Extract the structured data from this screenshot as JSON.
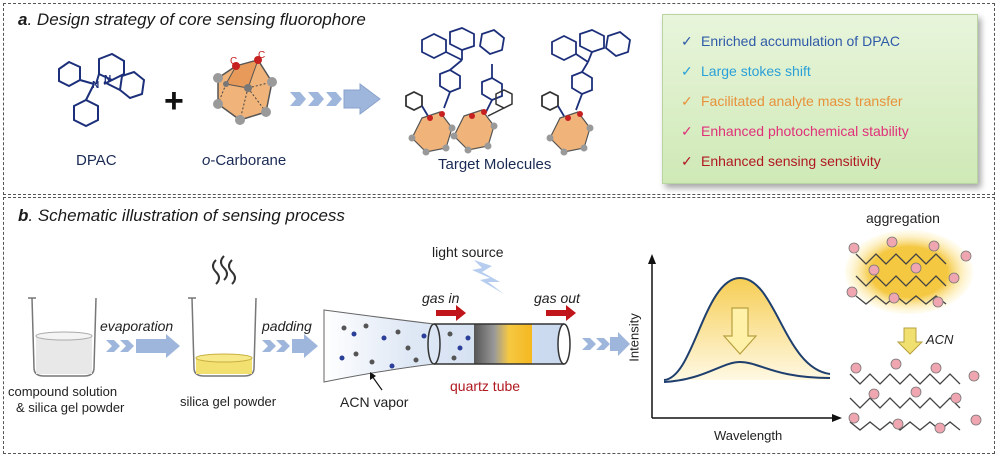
{
  "panel_a": {
    "letter": "a",
    "title": ". Design strategy of core sensing fluorophore",
    "dpac_label": "DPAC",
    "carborane_prefix": "o",
    "carborane_rest": "-Carborane",
    "target_label": "Target Molecules",
    "plus": "+",
    "benefits": [
      {
        "check": "✓",
        "text": "Enriched accumulation of DPAC",
        "color": "#2f5aa8"
      },
      {
        "check": "✓",
        "text": "Large stokes shift",
        "color": "#2aa0d8"
      },
      {
        "check": "✓",
        "text": "Facilitated analyte mass transfer",
        "color": "#e8913a"
      },
      {
        "check": "✓",
        "text": "Enhanced photochemical stability",
        "color": "#e0307a"
      },
      {
        "check": "✓",
        "text": "Enhanced sensing sensitivity",
        "color": "#b01820"
      }
    ]
  },
  "panel_b": {
    "letter": "b",
    "title": ". Schematic illustration of  sensing process",
    "compound_line1": "compound solution",
    "compound_line2": "& silica gel powder",
    "evaporation": "evaporation",
    "silica_label": "silica gel powder",
    "padding": "padding",
    "light_source": "light source",
    "gas_in": "gas in",
    "gas_out": "gas out",
    "acn_vapor": "ACN vapor",
    "quartz_tube": "quartz tube",
    "intensity": "Intensity",
    "wavelength": "Wavelength",
    "aggregation": "aggregation",
    "acn": "ACN"
  },
  "colors": {
    "arrow_blue": "#9fb6dc",
    "gas_arrow": "#c0151b",
    "tube_yellow": "#f5c842",
    "curve_blue": "#1f3f6e",
    "quartz_red": "#b01820"
  }
}
